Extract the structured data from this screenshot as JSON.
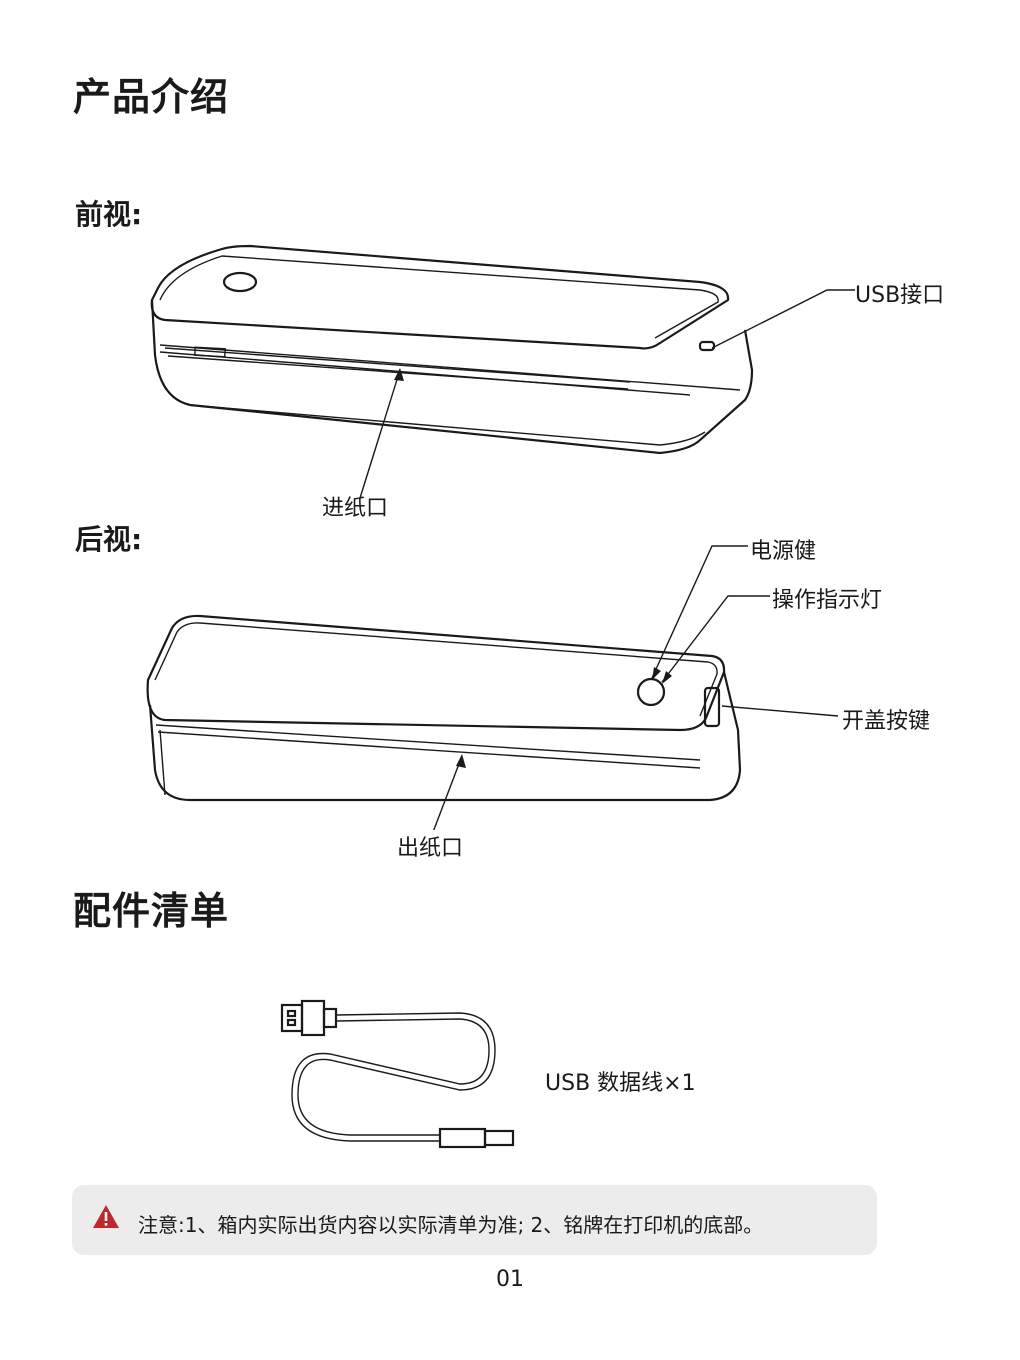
{
  "page": {
    "title": "产品介绍",
    "front_view": {
      "heading": "前视:",
      "labels": {
        "usb_port": "USB接口",
        "paper_in": "进纸口"
      }
    },
    "rear_view": {
      "heading": "后视:",
      "labels": {
        "power_key": "电源健",
        "indicator": "操作指示灯",
        "cover_button": "开盖按键",
        "paper_out": "出纸口"
      }
    },
    "accessories": {
      "heading": "配件清单",
      "usb_cable_label": "USB 数据线×1"
    },
    "notice": {
      "icon": "warning-icon",
      "icon_color": "#c0272d",
      "text": "注意:1、箱内实际出货内容以实际清单为准; 2、铭牌在打印机的底部。"
    },
    "page_number": "01"
  }
}
